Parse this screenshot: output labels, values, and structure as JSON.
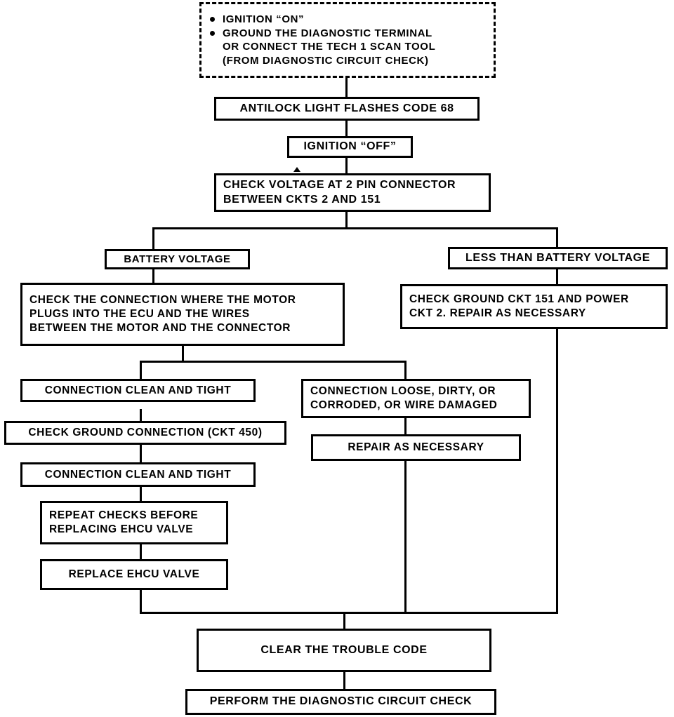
{
  "diagram": {
    "title": "Antilock Brake Code 68 Diagnostic Flowchart",
    "line_color": "#000000",
    "background": "#ffffff"
  },
  "nodes": {
    "start": {
      "style": "dashed",
      "bullets": [
        "IGNITION “ON”",
        "GROUND THE DIAGNOSTIC TERMINAL\nOR CONNECT THE TECH 1 SCAN TOOL\n(FROM DIAGNOSTIC CIRCUIT CHECK)"
      ]
    },
    "antilock_light": {
      "text": "ANTILOCK LIGHT FLASHES CODE 68"
    },
    "ignition_off": {
      "text": "IGNITION “OFF”"
    },
    "check_voltage": {
      "line1": "CHECK VOLTAGE AT 2 PIN CONNECTOR",
      "line2": "BETWEEN CKTS 2 AND 151"
    },
    "battery_voltage": {
      "text": "BATTERY VOLTAGE"
    },
    "less_than_battery_voltage": {
      "text": "LESS THAN BATTERY VOLTAGE"
    },
    "check_motor_connection": {
      "line1": "CHECK THE CONNECTION WHERE THE MOTOR",
      "line2": "PLUGS INTO THE ECU AND THE WIRES",
      "line3": "BETWEEN THE MOTOR AND THE CONNECTOR"
    },
    "check_ground_power": {
      "line1": "CHECK GROUND CKT 151 AND POWER",
      "line2": "CKT 2. REPAIR AS NECESSARY"
    },
    "connection_clean_1": {
      "text": "CONNECTION CLEAN AND TIGHT"
    },
    "connection_loose": {
      "line1": "CONNECTION LOOSE, DIRTY, OR",
      "line2": "CORRODED, OR WIRE DAMAGED"
    },
    "check_ground_connection": {
      "text": "CHECK GROUND CONNECTION (CKT 450)"
    },
    "repair_as_necessary": {
      "text": "REPAIR AS NECESSARY"
    },
    "connection_clean_2": {
      "text": "CONNECTION CLEAN AND TIGHT"
    },
    "repeat_checks": {
      "line1": "REPEAT CHECKS BEFORE",
      "line2": "REPLACING EHCU VALVE"
    },
    "replace_ehcu": {
      "text": "REPLACE EHCU VALVE"
    },
    "clear_trouble_code": {
      "text": "CLEAR THE TROUBLE CODE"
    },
    "perform_diagnostic_check": {
      "text": "PERFORM THE DIAGNOSTIC CIRCUIT CHECK"
    }
  }
}
